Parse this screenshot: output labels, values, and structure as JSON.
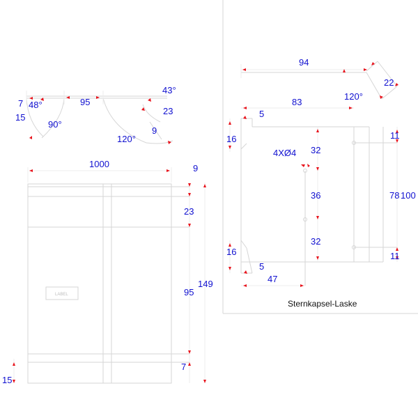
{
  "colors": {
    "dimension_text": "#1010d0",
    "arrow": "#e8141d",
    "geometry": "#d6d6d6",
    "background": "#ffffff"
  },
  "left_view": {
    "top_dims": {
      "d7": "7",
      "d48": "48°",
      "d15": "15",
      "d90": "90°",
      "d95": "95",
      "d43": "43°",
      "d23": "23",
      "d120": "120°",
      "d9": "9"
    },
    "main_dims": {
      "width": "1000",
      "d9": "9",
      "d23": "23",
      "d95": "95",
      "d149": "149",
      "d7": "7",
      "d15": "15"
    },
    "label_text": "LABEL"
  },
  "right_view": {
    "dims": {
      "d94": "94",
      "d22": "22",
      "d120": "120°",
      "d83": "83",
      "d5_top": "5",
      "d16_top": "16",
      "hole": "4XØ4",
      "d32_top": "32",
      "d11_top": "11",
      "d36": "36",
      "d78": "78",
      "d100": "100",
      "d32_bottom": "32",
      "d16_bottom": "16",
      "d11_bottom": "11",
      "d5_bottom": "5",
      "d47": "47"
    },
    "caption": "Sternkapsel-Laske"
  }
}
